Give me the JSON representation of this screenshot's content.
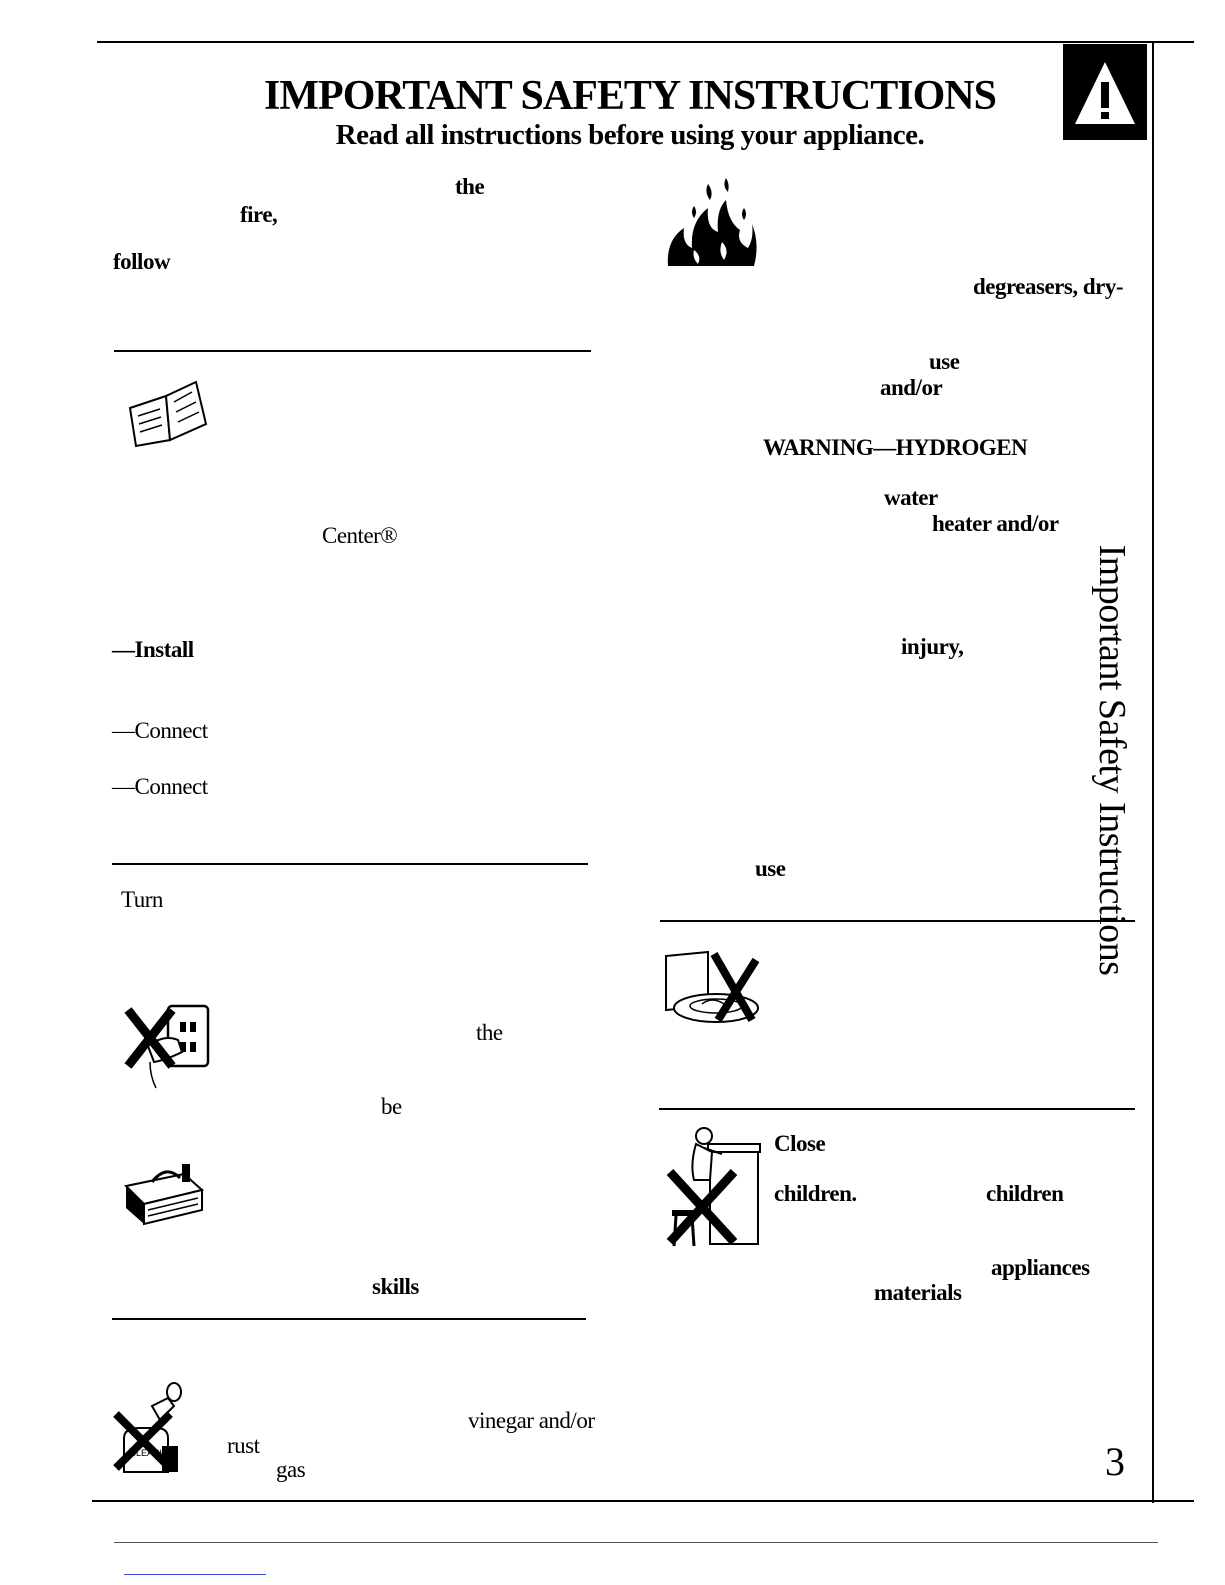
{
  "header": {
    "title": "IMPORTANT SAFETY INSTRUCTIONS",
    "subtitle": "Read all instructions before using your appliance."
  },
  "side_tab": "Important Safety Instructions",
  "page_number": "3",
  "visible_words": {
    "w1": "the",
    "w2": "fire,",
    "w3": "follow",
    "w4": "Center®",
    "w5": "—Install",
    "w6": "—Connect",
    "w7": "—Connect",
    "w8": "Turn",
    "w9": "the",
    "w10": "be",
    "w11": "skills",
    "w12": "vinegar and/or",
    "w13": "rust",
    "w14": "gas",
    "w15": "degreasers, dry-",
    "w16": "use",
    "w17": "and/or",
    "w18": "WARNING—HYDROGEN",
    "w19": "water",
    "w20": "heater and/or",
    "w21": "injury,",
    "w22": "use",
    "w23": "Close",
    "w24": "children.",
    "w25": "children",
    "w26": "appliances",
    "w27": "materials"
  },
  "icons": [
    "warning-icon",
    "manual-book-icon",
    "fire-icon",
    "no-unplug-icon",
    "toolbox-icon",
    "no-chemicals-icon",
    "no-tub-icon",
    "no-child-icon"
  ]
}
